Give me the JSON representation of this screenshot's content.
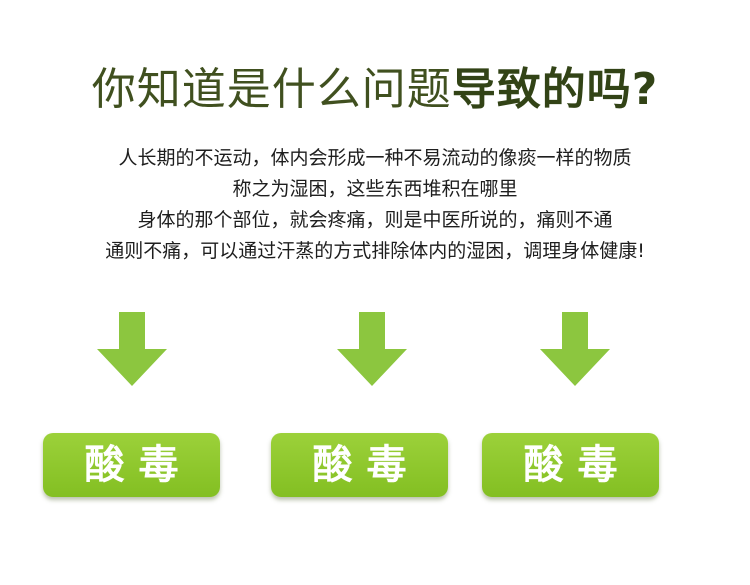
{
  "headline": {
    "light": "你知道是什么问题",
    "bold": "导致的吗?"
  },
  "body_lines": [
    "人长期的不运动，体内会形成一种不易流动的像痰一样的物质",
    "称之为湿困，这些东西堆积在哪里",
    "身体的那个部位，就会疼痛，则是中医所说的，痛则不通",
    "通则不痛，可以通过汗蒸的方式排除体内的湿困，调理身体健康!"
  ],
  "arrows": [
    {
      "icon": "down-arrow-icon"
    },
    {
      "icon": "down-arrow-icon"
    },
    {
      "icon": "down-arrow-icon"
    }
  ],
  "pills": [
    {
      "label": "酸毒"
    },
    {
      "label": "酸毒"
    },
    {
      "label": "酸毒"
    }
  ],
  "colors": {
    "headline": "#40501f",
    "headline_bold": "#324316",
    "body_text": "#1e1e1e",
    "accent_green": "#8cc63f",
    "pill_text": "#ffffff"
  }
}
